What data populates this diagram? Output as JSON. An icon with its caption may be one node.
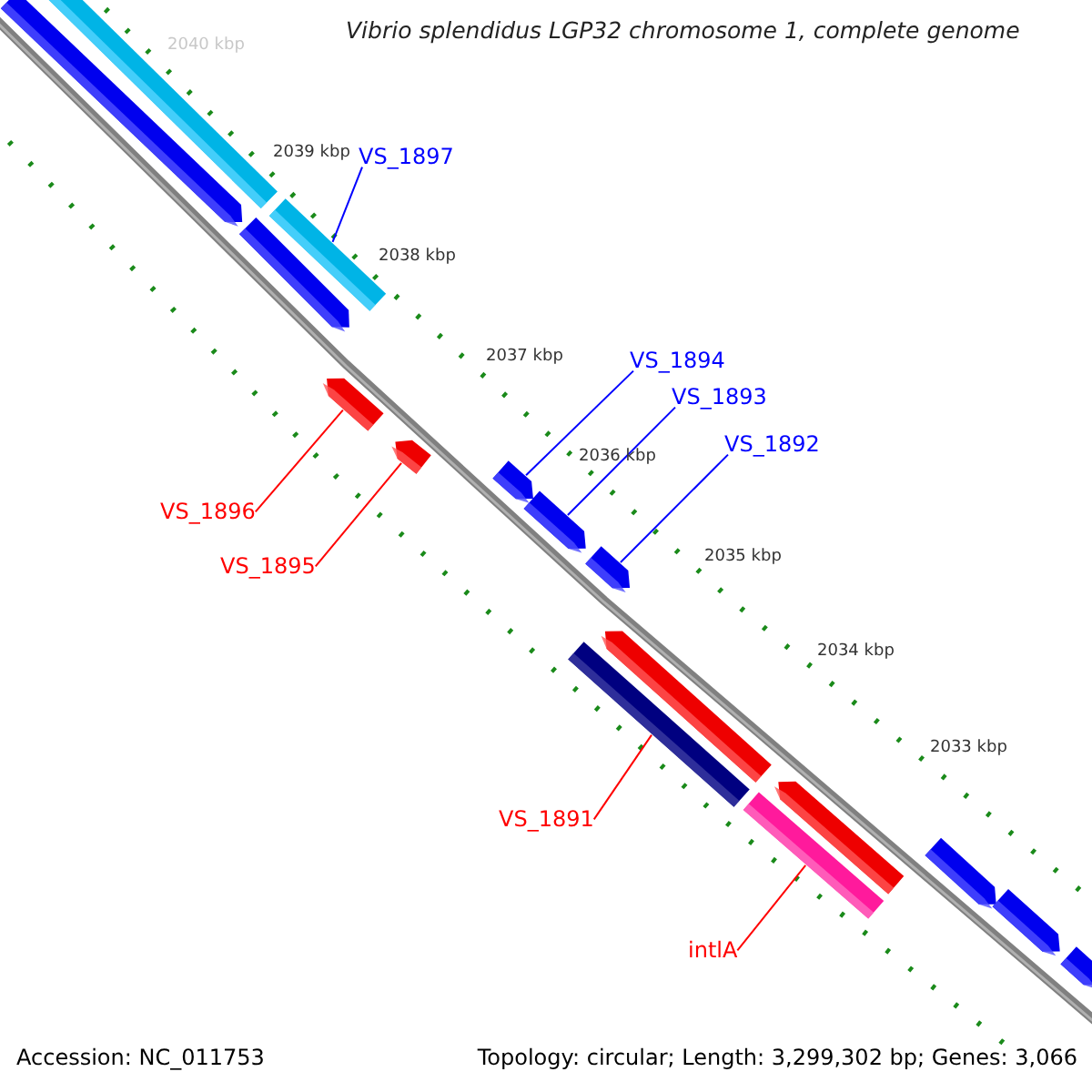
{
  "diagram": {
    "title": "Vibrio splendidus LGP32 chromosome 1, complete genome",
    "nodes": [
      {
        "text": [],
        "shape": "arrow"
      },
      {
        "text": [],
        "shape": "bar"
      },
      {
        "text": [],
        "shape": "bar"
      },
      {
        "text": [],
        "shape": "arrow"
      },
      {
        "text": [],
        "shape": "arrow"
      },
      {
        "text": [],
        "shape": "arrow"
      },
      {
        "text": [],
        "shape": "arrow"
      },
      {
        "text": [],
        "shape": "arrow"
      },
      {
        "text": [],
        "shape": "arrow"
      },
      {
        "text": [],
        "shape": "arrow"
      },
      {
        "text": [],
        "shape": "bar"
      },
      {
        "text": [],
        "shape": "arrow"
      },
      {
        "text": [],
        "shape": "bar"
      },
      {
        "text": [],
        "shape": "arrow"
      },
      {
        "text": [],
        "shape": "arrow"
      },
      {
        "text": [],
        "shape": "arrow"
      },
      {
        "text": [
          "VS_1897"
        ]
      },
      {
        "text": [
          "VS_1894"
        ]
      },
      {
        "text": [
          "VS_1893"
        ]
      },
      {
        "text": [
          "VS_1892"
        ]
      },
      {
        "text": [
          "VS_1896"
        ]
      },
      {
        "text": [
          "VS_1895"
        ]
      },
      {
        "text": [
          "VS_1891"
        ]
      },
      {
        "text": [
          "intlA"
        ]
      }
    ],
    "edges": [
      {
        "from": 16,
        "to": 2,
        "arrow": "none",
        "color": "#0000ff"
      },
      {
        "from": 17,
        "to": 6,
        "arrow": "none",
        "color": "#0000ff"
      },
      {
        "from": 18,
        "to": 7,
        "arrow": "none",
        "color": "#0000ff"
      },
      {
        "from": 19,
        "to": 8,
        "arrow": "none",
        "color": "#0000ff"
      },
      {
        "from": 20,
        "to": 4,
        "arrow": "none",
        "color": "#ff0000"
      },
      {
        "from": 21,
        "to": 5,
        "arrow": "none",
        "color": "#ff0000"
      },
      {
        "from": 22,
        "to": 10,
        "arrow": "none",
        "color": "#ff0000"
      },
      {
        "from": 23,
        "to": 12,
        "arrow": "none",
        "color": "#ff0000"
      }
    ],
    "labels": [
      "2040 kbp",
      "2039 kbp",
      "2038 kbp",
      "2037 kbp",
      "2036 kbp",
      "2035 kbp",
      "2034 kbp",
      "2033 kbp",
      "Accession: NC_011753",
      "Topology: circular; Length: 3,299,302 bp; Genes: 3,066"
    ]
  }
}
